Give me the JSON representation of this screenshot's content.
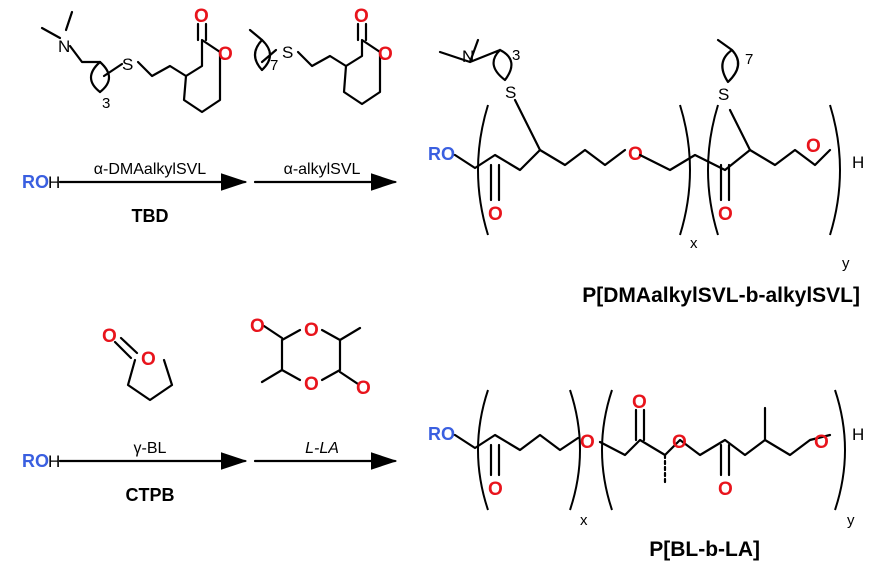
{
  "top_scheme": {
    "initiator_ro": "RO",
    "initiator_h": "H",
    "step1_label": "α-DMAalkylSVL",
    "step2_label": "α-alkylSVL",
    "catalyst": "TBD",
    "monomer1_subscript": "3",
    "monomer2_subscript": "7",
    "product": {
      "end_group": "RO",
      "terminal_h": "H",
      "repeat_x": "x",
      "repeat_y": "y",
      "sub3": "3",
      "sub7": "7"
    },
    "product_name": "P[DMAalkylSVL-b-alkylSVL]"
  },
  "bottom_scheme": {
    "initiator_ro": "RO",
    "initiator_h": "H",
    "step1_label": "γ-BL",
    "step2_label": "L-LA",
    "catalyst": "CTPB",
    "product": {
      "end_group": "RO",
      "terminal_h": "H",
      "repeat_x": "x",
      "repeat_y": "y"
    },
    "product_name": "P[BL-b-LA]"
  },
  "atoms": {
    "oxygen": "O",
    "nitrogen": "N",
    "sulfur": "S"
  },
  "colors": {
    "oxygen": "#e8141c",
    "end_group": "#3a5fe0"
  }
}
